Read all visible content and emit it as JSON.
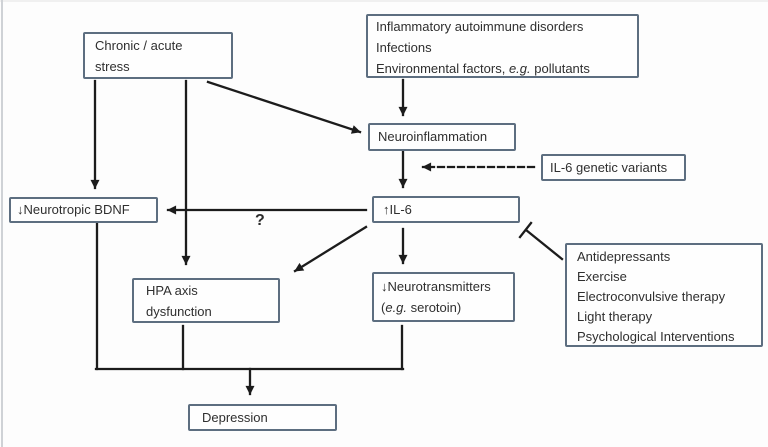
{
  "diagram": {
    "nodes": {
      "stress": {
        "line1": "Chronic / acute",
        "line2": "stress"
      },
      "factors": {
        "line1": "Inflammatory autoimmune disorders",
        "line2": "Infections",
        "line3_pre": "Environmental factors, ",
        "line3_italic": "e.g.",
        "line3_post": " pollutants"
      },
      "neuroinflammation": {
        "label": "Neuroinflammation"
      },
      "il6_variants": {
        "label": "IL-6 genetic variants"
      },
      "bdnf": {
        "arrow": "↓",
        "label": "Neurotropic BDNF"
      },
      "il6": {
        "arrow": "↑",
        "label": "IL-6"
      },
      "hpa": {
        "line1": "HPA axis",
        "line2": "dysfunction"
      },
      "neurotransmitters": {
        "arrow": "↓",
        "line1": "Neurotransmitters",
        "line2_pre": "(",
        "line2_italic": "e.g.",
        "line2_post": " serotoin)"
      },
      "treatments": {
        "items": [
          "Antidepressants",
          "Exercise",
          "Electroconvulsive therapy",
          "Light therapy",
          "Psychological Interventions"
        ]
      },
      "depression": {
        "label": "Depression"
      }
    },
    "annotations": {
      "question_mark": "?"
    },
    "colors": {
      "box_border": "#5d6e80",
      "line": "#1c1c1c",
      "text": "#2f2f2f",
      "background": "#fdfdfd"
    }
  }
}
